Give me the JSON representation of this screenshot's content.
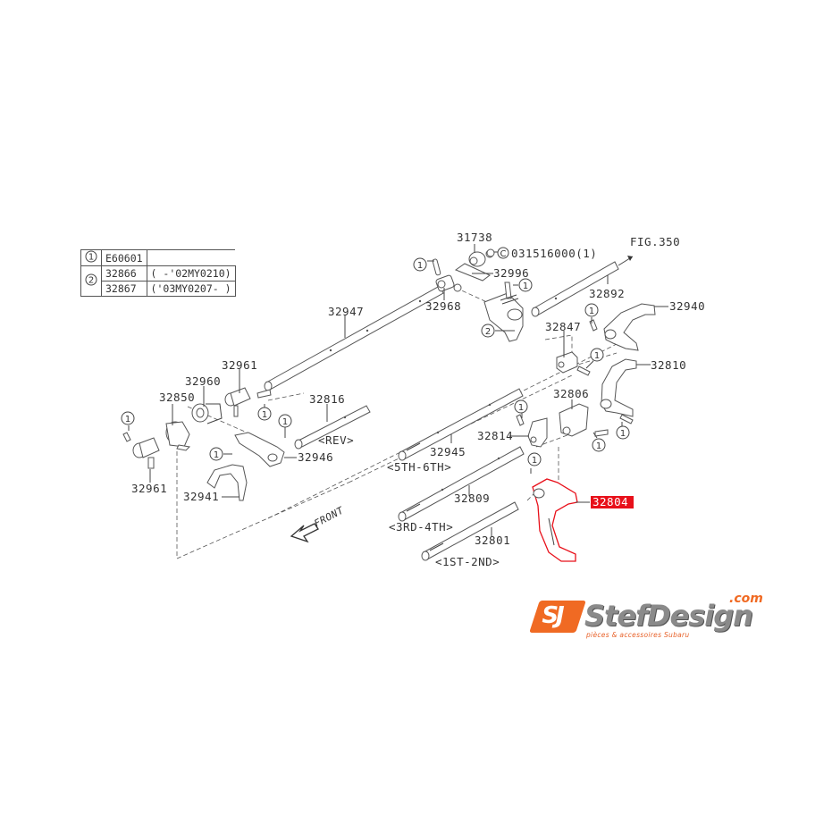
{
  "legend": {
    "rows": [
      {
        "ref": "1",
        "part": "E60601",
        "note": ""
      },
      {
        "ref": "2",
        "part": "32866",
        "note": "( -'02MY0210)"
      },
      {
        "ref": "2",
        "part": "32867",
        "note": "('03MY0207- )"
      }
    ]
  },
  "labels": {
    "p31738": "31738",
    "clip": "031516000(1)",
    "clip_ref": "C",
    "fig": "FIG.350",
    "p32996": "32996",
    "p32968": "32968",
    "p32892": "32892",
    "p32940": "32940",
    "p32947": "32947",
    "p32847": "32847",
    "p32810": "32810",
    "p32961_top": "32961",
    "p32960": "32960",
    "p32850": "32850",
    "p32816": "32816",
    "rev": "<REV>",
    "p32806": "32806",
    "p32946": "32946",
    "p32814": "32814",
    "p32945": "32945",
    "g56": "<5TH-6TH>",
    "p32961_bot": "32961",
    "p32941": "32941",
    "p32809": "32809",
    "p32804": "32804",
    "g34": "<3RD-4TH>",
    "p32801": "32801",
    "g12": "<1ST-2ND>",
    "front": "FRONT"
  },
  "refs": {
    "one": "1",
    "two": "2"
  },
  "highlight": {
    "part": "32804",
    "color": "#e8101a"
  },
  "logo": {
    "mark": "SJ",
    "name": "StefDesign",
    "com": ".com",
    "tagline": "pièces & accessoires Subaru",
    "accent": "#f06a23"
  }
}
